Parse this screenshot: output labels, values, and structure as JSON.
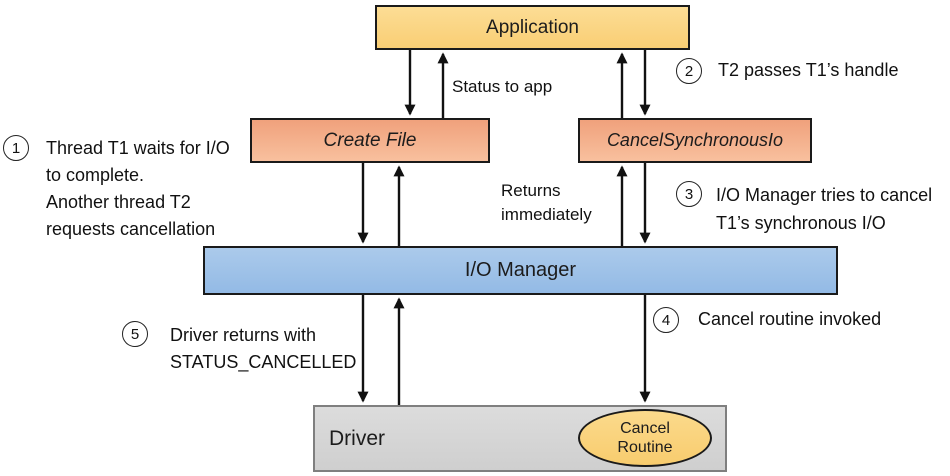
{
  "diagram": {
    "boxes": {
      "application": {
        "label": "Application"
      },
      "create_file": {
        "label": "Create File"
      },
      "cancel_synchronous_io": {
        "label": "CancelSynchronousIo"
      },
      "io_manager": {
        "label": "I/O Manager"
      },
      "driver": {
        "label": "Driver"
      },
      "cancel_routine": {
        "line1": "Cancel",
        "line2": "Routine"
      }
    },
    "labels": {
      "status_to_app": "Status to app",
      "returns": "Returns",
      "immediately": "immediately"
    },
    "annotations": {
      "a1": {
        "number": "1",
        "lines": [
          "Thread T1 waits for I/O",
          "to complete.",
          "Another thread T2",
          "requests cancellation"
        ]
      },
      "a2": {
        "number": "2",
        "lines": [
          "T2 passes T1’s handle"
        ]
      },
      "a3": {
        "number": "3",
        "lines": [
          "I/O Manager tries to cancel",
          "T1’s synchronous I/O"
        ]
      },
      "a4": {
        "number": "4",
        "lines": [
          "Cancel routine invoked"
        ]
      },
      "a5": {
        "number": "5",
        "lines": [
          "Driver returns with",
          "STATUS_CANCELLED"
        ]
      }
    },
    "colors": {
      "application_fill_top": "#FCDD95",
      "application_fill_bottom": "#F9CE74",
      "salmon_fill_top": "#F0A17C",
      "salmon_fill_bottom": "#F8C09E",
      "blue_fill_top": "#ABCAEB",
      "blue_fill_bottom": "#93BAE5",
      "driver_fill": "#D6D6D6",
      "driver_border": "#7F7F7F",
      "ellipse_fill": "#FAD47C",
      "box_border": "#1A1A1A",
      "arrow_color": "#111111"
    }
  }
}
